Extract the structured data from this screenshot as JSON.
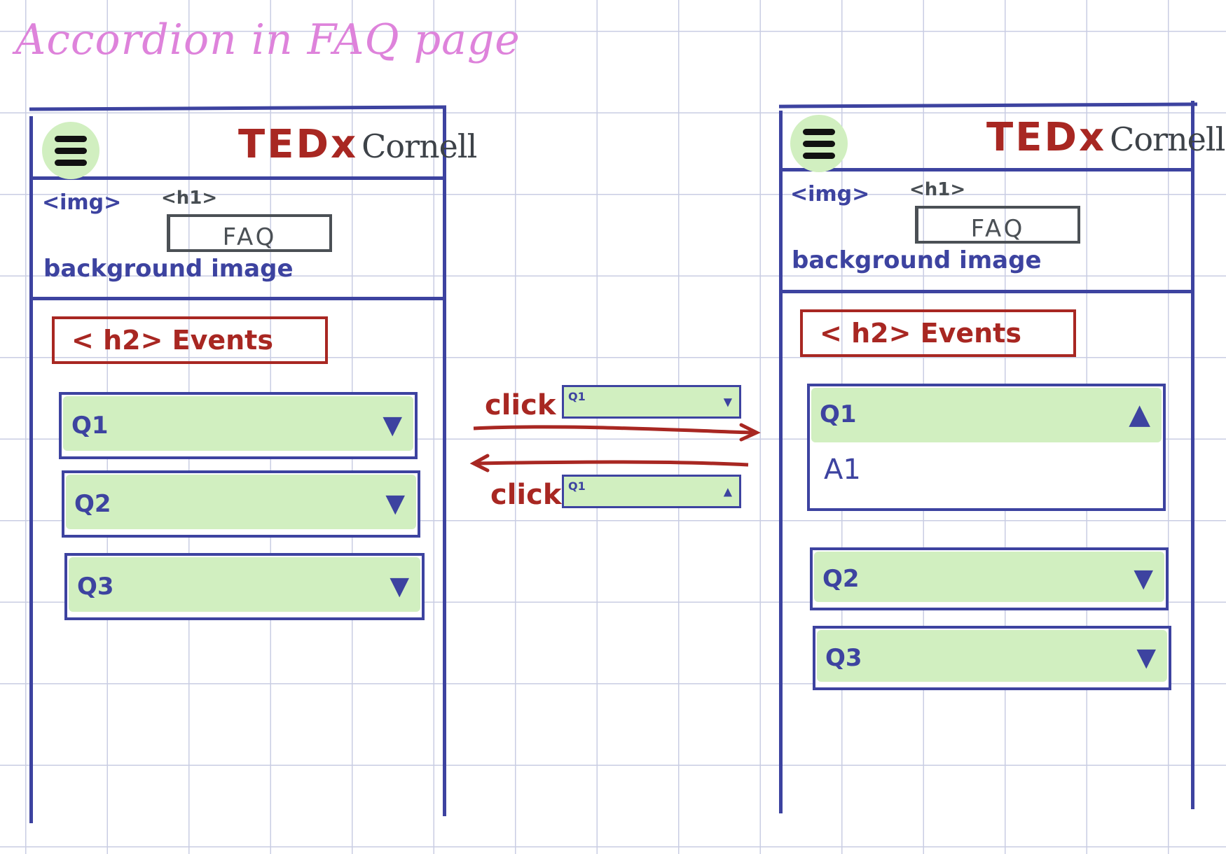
{
  "page_title": "Accordion in FAQ page",
  "header": {
    "brand_tedx": "TEDx",
    "brand_cornell": "Cornell"
  },
  "hero": {
    "img_label": "<img>",
    "h1_label": "<h1>",
    "faq_text": "FAQ",
    "bg_label": "background image"
  },
  "events_label": "< h2> Events",
  "left_phone": {
    "items": [
      {
        "q": "Q1",
        "state": "collapsed"
      },
      {
        "q": "Q2",
        "state": "collapsed"
      },
      {
        "q": "Q3",
        "state": "collapsed"
      }
    ]
  },
  "right_phone": {
    "items": [
      {
        "q": "Q1",
        "state": "expanded",
        "answer": "A1"
      },
      {
        "q": "Q2",
        "state": "collapsed"
      },
      {
        "q": "Q3",
        "state": "collapsed"
      }
    ]
  },
  "transitions": {
    "forward": {
      "label": "click",
      "mini_q": "Q1",
      "direction": "right"
    },
    "backward": {
      "label": "click",
      "mini_q": "Q1",
      "direction": "left"
    }
  },
  "colors": {
    "frame": "#3d43a0",
    "accent_red": "#a82722",
    "accordion_fill": "#d1efc0",
    "title_pink": "#de83db",
    "grid": "#c9cde3"
  },
  "icons": {
    "menu": "hamburger-icon",
    "collapsed": "caret-down-icon",
    "expanded": "caret-up-icon"
  }
}
